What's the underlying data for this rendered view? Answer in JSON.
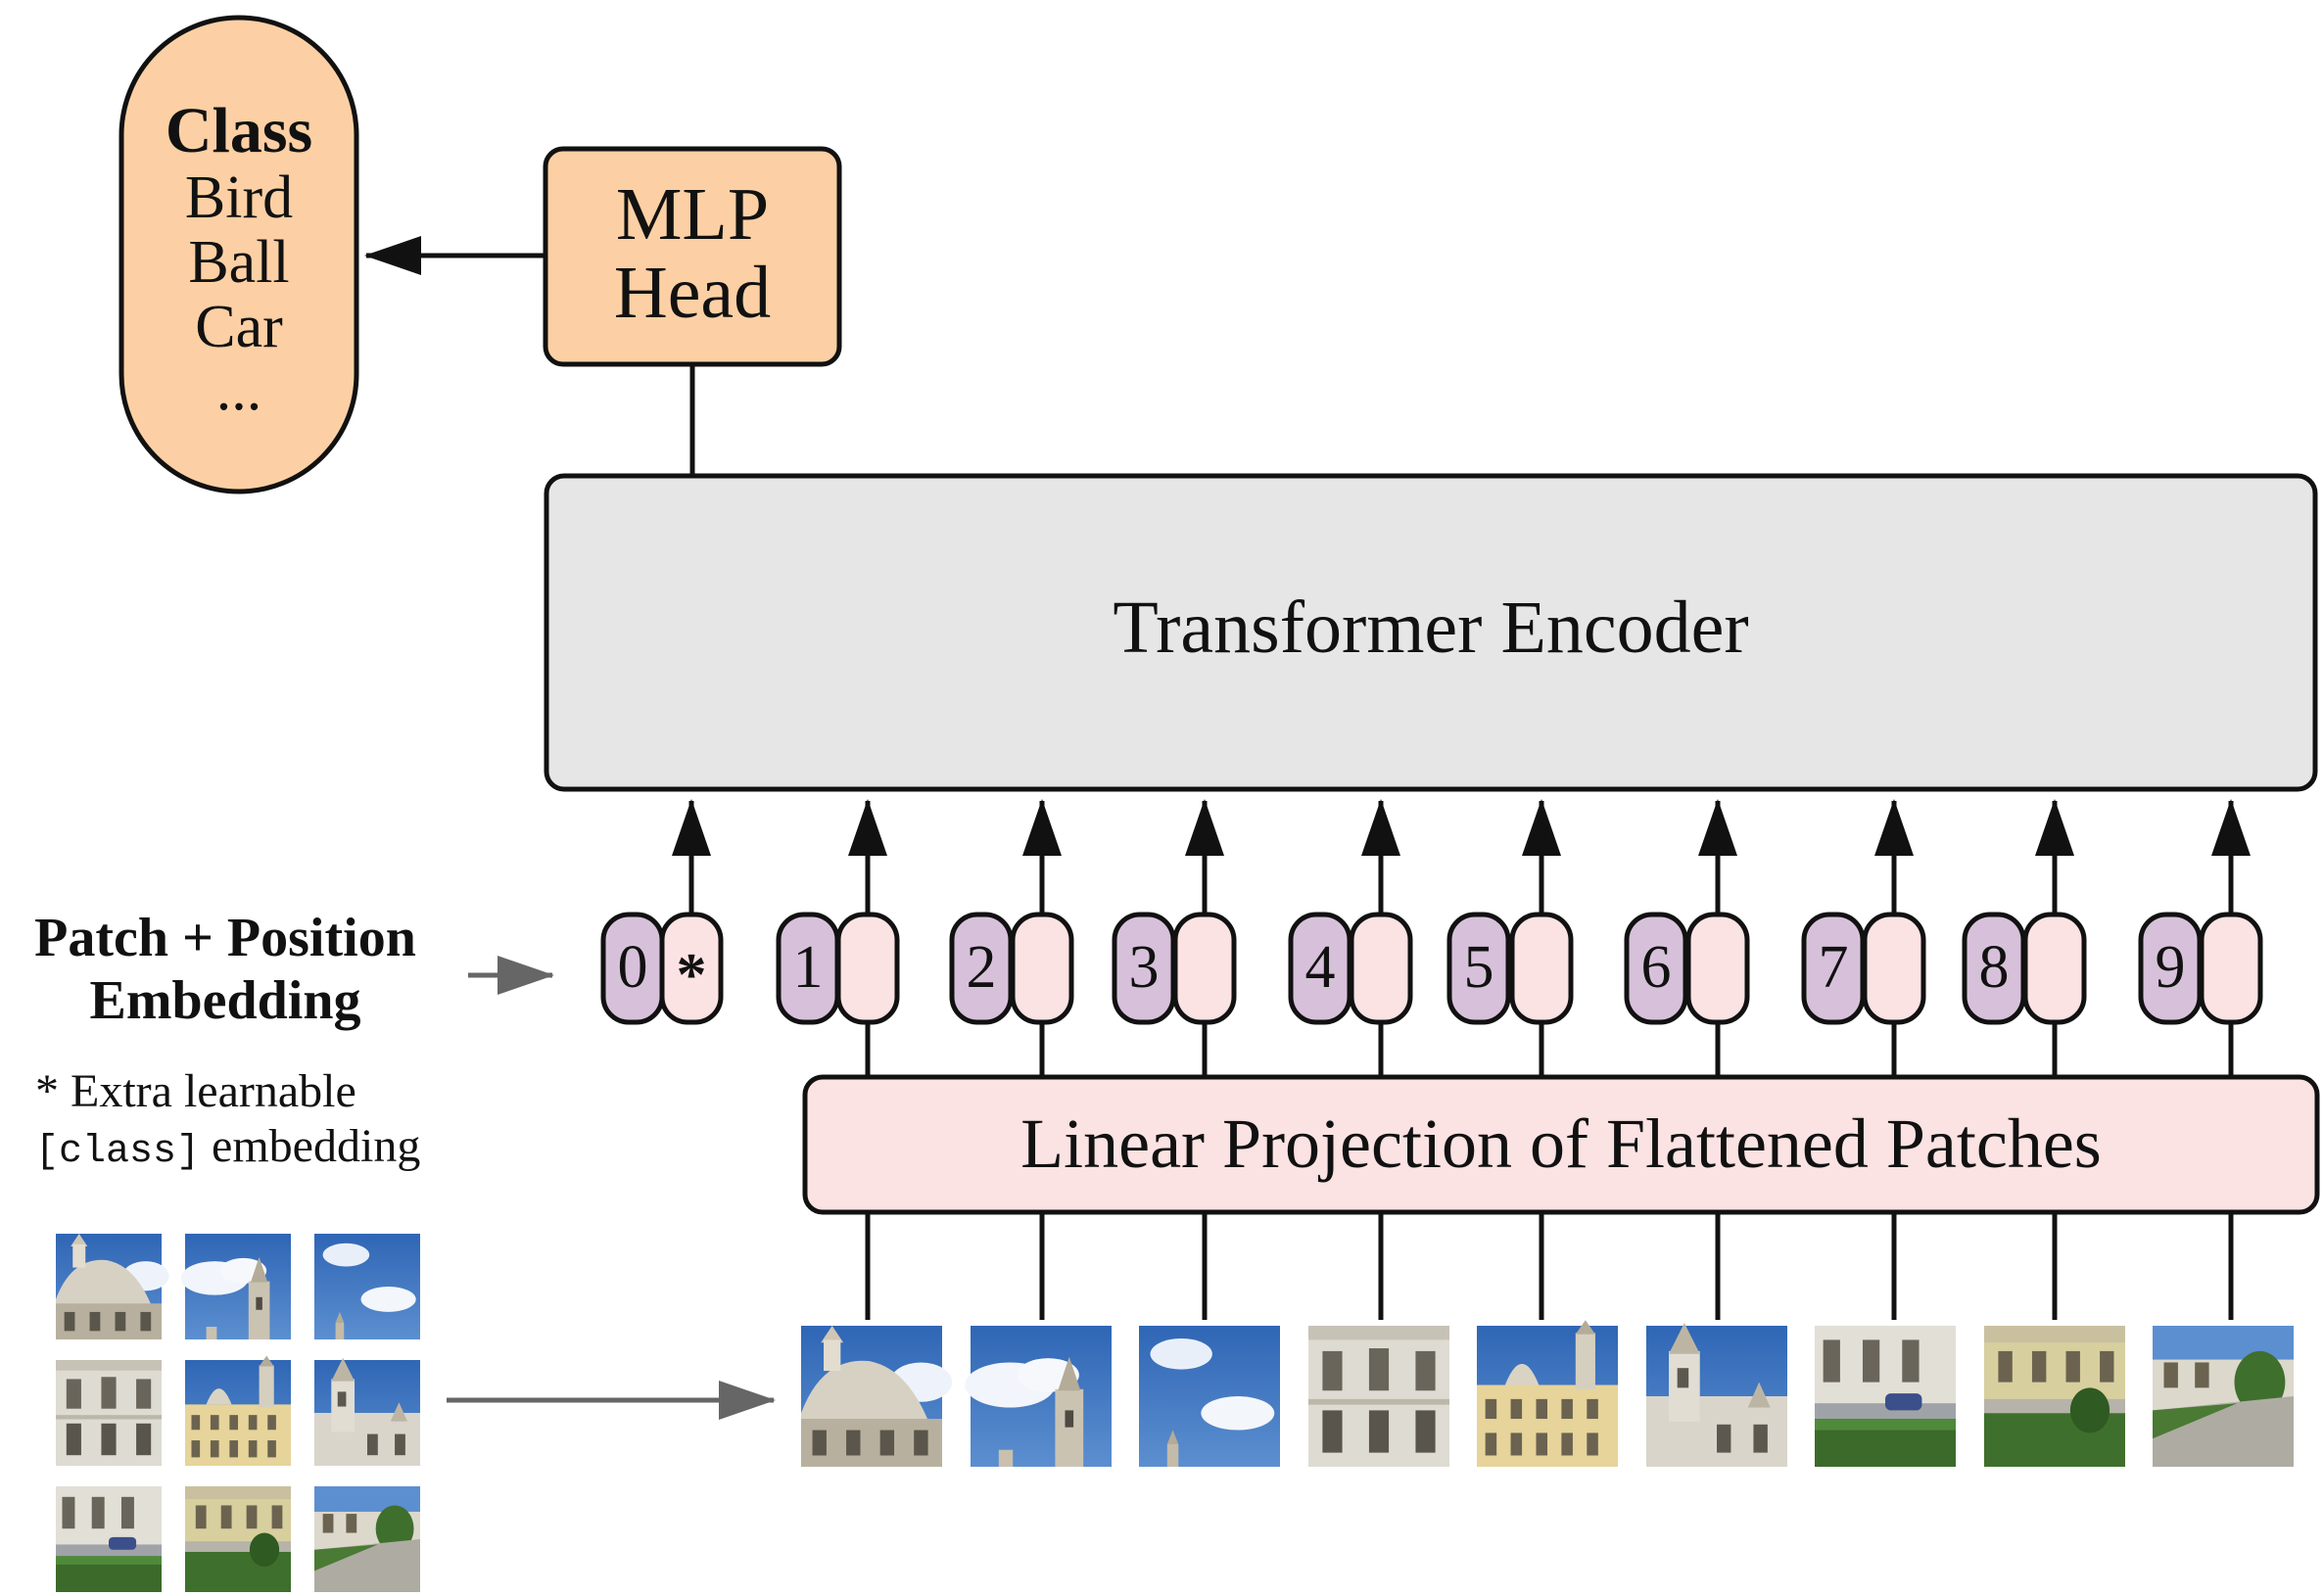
{
  "class_output": {
    "title": "Class",
    "items": [
      "Bird",
      "Ball",
      "Car",
      "..."
    ]
  },
  "mlp_head": {
    "line1": "MLP",
    "line2": "Head"
  },
  "transformer_encoder": {
    "label": "Transformer Encoder"
  },
  "embedding_label": {
    "line1": "Patch + Position",
    "line2": "Embedding"
  },
  "footnote": {
    "line1": "* Extra learnable",
    "code": "[class]",
    "line2_rest": " embedding"
  },
  "linear_projection": {
    "label": "Linear Projection of Flattened Patches"
  },
  "tokens": [
    {
      "position": "0",
      "embedding": "*"
    },
    {
      "position": "1",
      "embedding": ""
    },
    {
      "position": "2",
      "embedding": ""
    },
    {
      "position": "3",
      "embedding": ""
    },
    {
      "position": "4",
      "embedding": ""
    },
    {
      "position": "5",
      "embedding": ""
    },
    {
      "position": "6",
      "embedding": ""
    },
    {
      "position": "7",
      "embedding": ""
    },
    {
      "position": "8",
      "embedding": ""
    },
    {
      "position": "9",
      "embedding": ""
    }
  ],
  "colors": {
    "orange_fill": "#fcd0a4",
    "gray_fill": "#e6e6e6",
    "pink_fill": "#fbe2e3",
    "purple_fill": "#d7c1da",
    "stroke": "#111111",
    "gray_arrow": "#666666"
  }
}
